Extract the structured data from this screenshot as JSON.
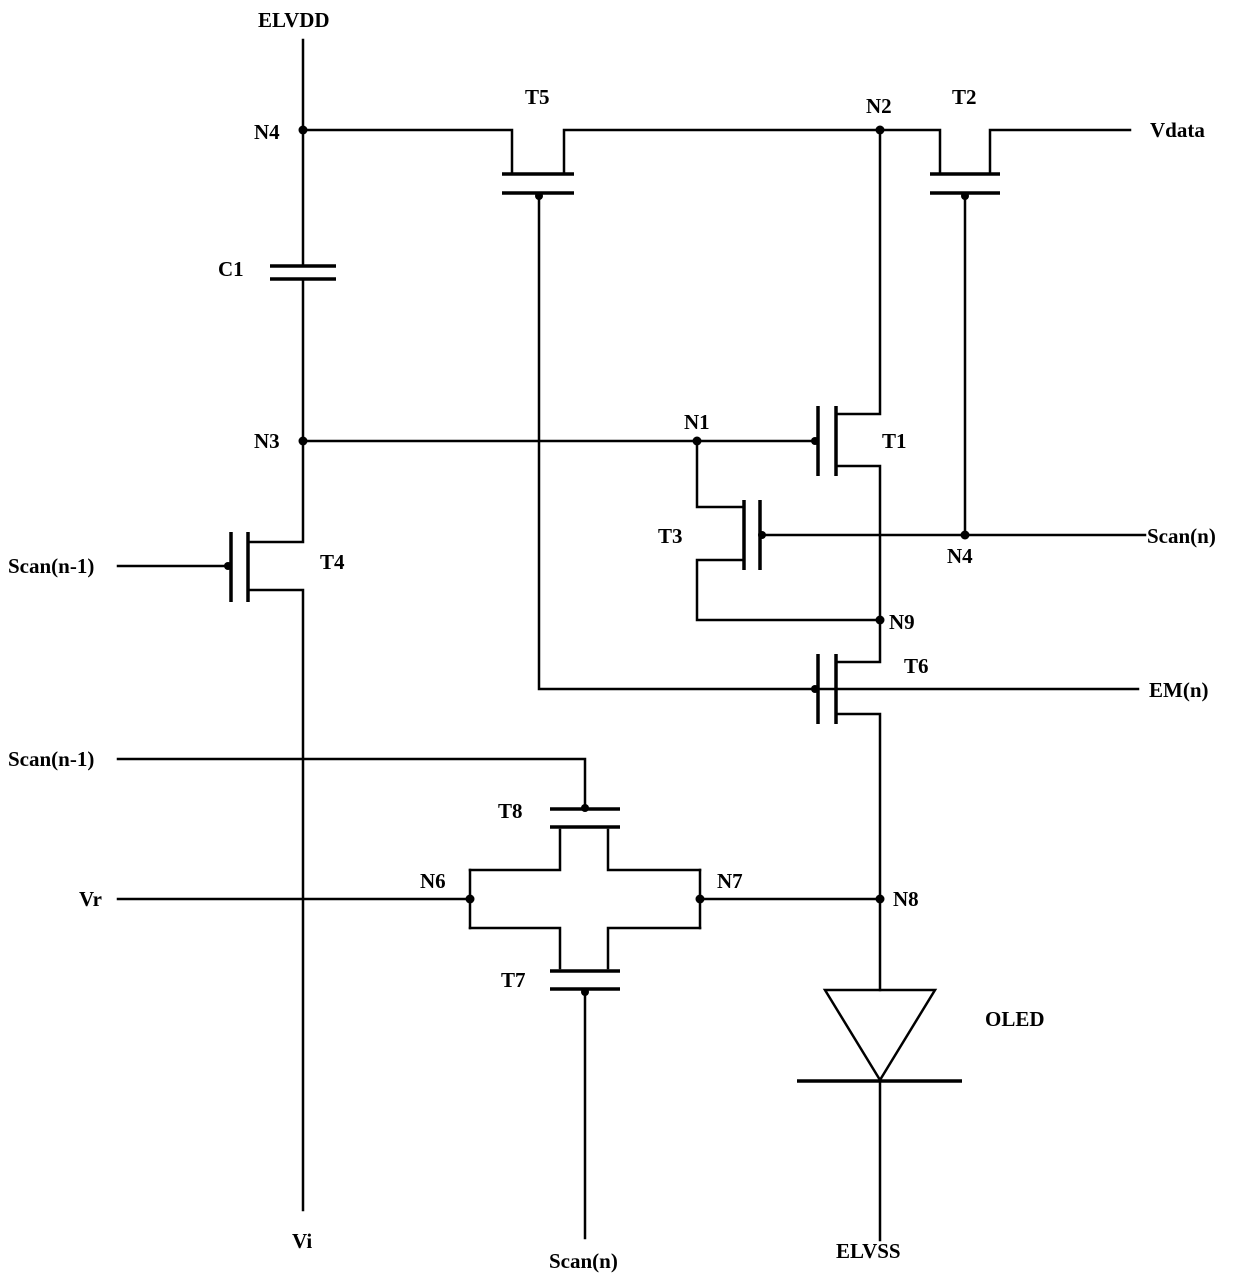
{
  "labels": {
    "elvdd": "ELVDD",
    "elvss": "ELVSS",
    "vdata": "Vdata",
    "vr": "Vr",
    "vi": "Vi",
    "oled": "OLED",
    "c1": "C1",
    "t1": "T1",
    "t2": "T2",
    "t3": "T3",
    "t4": "T4",
    "t5": "T5",
    "t6": "T6",
    "t7": "T7",
    "t8": "T8",
    "n1": "N1",
    "n2": "N2",
    "n3": "N3",
    "n4_top": "N4",
    "n4_right": "N4",
    "n6": "N6",
    "n7": "N7",
    "n8": "N8",
    "n9": "N9",
    "scan_n_right": "Scan(n)",
    "scan_n_bottom": "Scan(n)",
    "scan_n1_upper": "Scan(n-1)",
    "scan_n1_lower": "Scan(n-1)",
    "em_n": "EM(n)"
  }
}
